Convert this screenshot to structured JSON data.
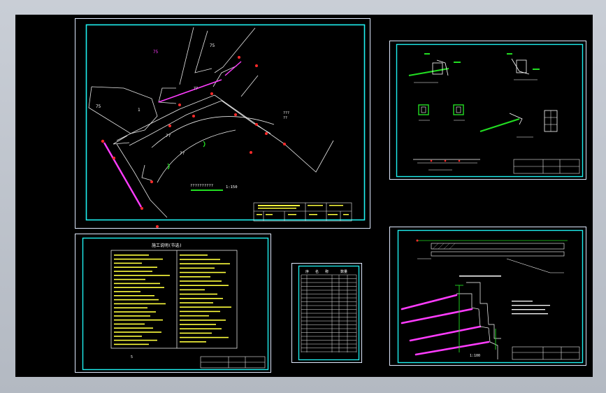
{
  "model_space": {
    "sheet_site_plan": {
      "parcel_labels": [
        "75",
        "75",
        "75",
        "1",
        "77",
        "??",
        "??",
        "???",
        "??"
      ],
      "scale_caption": "??????????",
      "scale_ratio": "1:150"
    },
    "sheet_notes": {
      "heading": "施工说明(节选)",
      "page_number": "5"
    },
    "sheet_table": {
      "header_cells": [
        "序",
        "名",
        "称",
        "数量"
      ]
    },
    "sheet_section": {
      "caption": "1:100"
    }
  }
}
